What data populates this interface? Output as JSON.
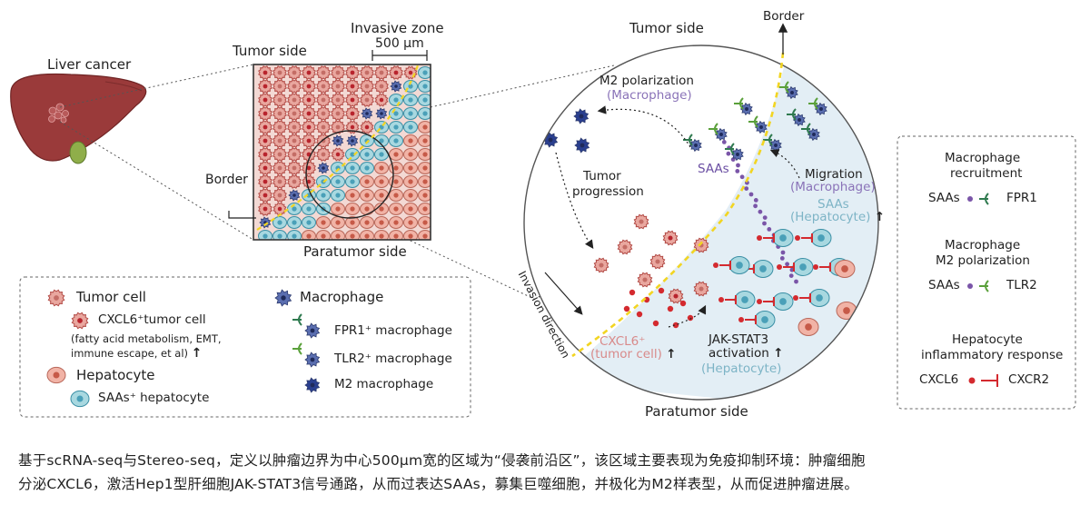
{
  "panel_left": {
    "liver_label": "Liver cancer",
    "tumor_side": "Tumor side",
    "invasive_zone": "Invasive zone",
    "scale_bar": "500 μm",
    "border": "Border",
    "paratumor_side": "Paratumor side"
  },
  "legend": {
    "tumor_cell": "Tumor cell",
    "cxcl6_tumor_cell": "CXCL6⁺tumor cell",
    "cxcl6_note_1": "(fatty acid metabolism, EMT,",
    "cxcl6_note_2": "immune escape, et al)",
    "up_arrow": "↑",
    "hepatocyte": "Hepatocyte",
    "saas_hepatocyte": "SAAs⁺ hepatocyte",
    "macrophage": "Macrophage",
    "fpr1_macrophage": "FPR1⁺ macrophage",
    "tlr2_macrophage": "TLR2⁺ macrophage",
    "m2_macrophage": "M2 macrophage"
  },
  "circle": {
    "tumor_side": "Tumor side",
    "border": "Border",
    "m2_polarization": "M2 polarization",
    "m2_macrophage": "(Macrophage)",
    "saas": "SAAs",
    "tumor_progression_1": "Tumor",
    "tumor_progression_2": "progression",
    "migration": "Migration",
    "migration_macrophage": "(Macrophage)",
    "saas_hep": "SAAs",
    "saas_hep_sub": "(Hepatocyte)",
    "invasion_direction": "Invasion direction",
    "cxcl6": "CXCL6⁺",
    "cxcl6_sub": "(tumor cell)",
    "jak_1": "JAK-STAT3",
    "jak_2": "activation",
    "jak_sub": "(Hepatocyte)",
    "paratumor_side": "Paratumor side",
    "up_arrow": "↑"
  },
  "right_panel": {
    "recruit_1": "Macrophage",
    "recruit_2": "recruitment",
    "saas_1": "SAAs",
    "fpr1": "FPR1",
    "m2_1": "Macrophage",
    "m2_2": "M2 polarization",
    "saas_2": "SAAs",
    "tlr2": "TLR2",
    "hep_1": "Hepatocyte",
    "hep_2": "inflammatory response",
    "cxcl6": "CXCL6",
    "cxcr2": "CXCR2"
  },
  "caption": {
    "line1": "基于scRNA-seq与Stereo-seq，定义以肿瘤边界为中心500μm宽的区域为“侵袭前沿区”，该区域主要表现为免疫抑制环境：肿瘤细胞",
    "line2": "分泌CXCL6，激活Hep1型肝细胞JAK-STAT3信号通路，从而过表达SAAs，募集巨噬细胞，并极化为M2样表型，从而促进肿瘤进展。"
  },
  "colors": {
    "tumor_fill": "#e9a79f",
    "tumor_edge": "#b24a45",
    "cxcl6_core": "#b8242d",
    "hep_fill": "#f1b3a6",
    "hep_core": "#c65a48",
    "saas_fill": "#a8d8e0",
    "saas_edge": "#3a8fa5",
    "macrophage": "#5a6eb0",
    "m2": "#2a3f8f",
    "saas_dot": "#7a55a8",
    "cxcl6_dot": "#d42a2f",
    "receptor_fpr1": "#2f7a4f",
    "receptor_tlr2": "#5aa03a",
    "border_line": "#f2d522",
    "paratumor_bg": "#e3eef5"
  }
}
